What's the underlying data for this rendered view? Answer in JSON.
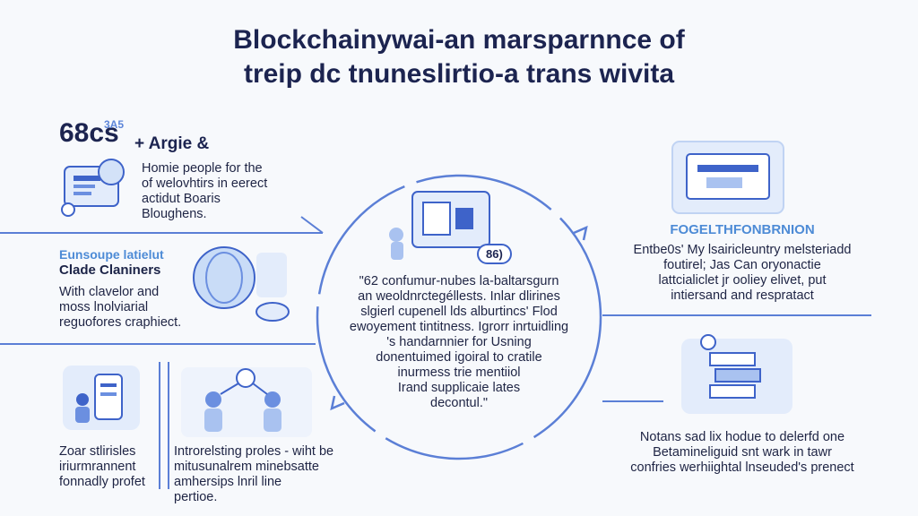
{
  "title": {
    "line1": "Blockchainywai-an marsparnnce of",
    "line2": "treip dc tnuneslirtio-a trans wivita"
  },
  "left_top": {
    "number": "68cs",
    "superscript": "3A5",
    "label": "+ Argie &",
    "lines": [
      "Homie people for the",
      "of welovhtirs in eerect",
      "actidut Boaris",
      "Bloughens."
    ]
  },
  "left_mid": {
    "head1": "Eunsoupe latielut",
    "head2": "Clade Claniners",
    "lines": [
      "With clavelor and",
      "moss lnolviarial",
      "reguofores craphiect."
    ]
  },
  "bottom_left": {
    "lines": [
      "Zoar stlirisles",
      "iriurmrannent",
      "fonnadly profet"
    ]
  },
  "bottom_mid": {
    "lines": [
      "Introrelsting proles - wiht be",
      "mitusunalrem minebsatte",
      "amhersips lnril line",
      "pertioe."
    ]
  },
  "center": {
    "badge": "86)",
    "lines": [
      "\"62 confumur-nubes la-baltarsgurn",
      "an weoldnrctegéllests. Inlar dlirines",
      "slgierl cupenell lds alburtincs' Flod",
      "ewoyement tintitness. Igrorr inrtuidling",
      "'s handarnnier for Usning",
      "donentuimed igoiral to cratile",
      "inurmess trie mentiiol",
      "Irand supplicaie lates",
      "decontul.\""
    ]
  },
  "right_top": {
    "heading": "FOGELTHFONBRNION",
    "lines": [
      "Entbe0s' My lsairicleuntry melsteriadd",
      "foutirel; Jas Can oryonactie",
      "lattcialiclet jr ooliey elivet, put",
      "intiersand and respratact"
    ]
  },
  "right_bottom": {
    "lines": [
      "Notans sad lix hodue to delerfd one",
      "Betamineliguid snt wark in tawr",
      "confries werhiightal lnseuded's prenect"
    ]
  },
  "colors": {
    "line_blue": "#5b7fd6",
    "card_blue": "#e3ecfb",
    "accent_blue": "#4d8bd6",
    "navy": "#1c2450"
  },
  "icons": [
    "laptop-chart-icon",
    "sphere-satellite-icon",
    "phone-user-icon",
    "people-network-icon",
    "blockchain-device-icon",
    "monitor-dashboard-icon",
    "document-stack-icon"
  ]
}
